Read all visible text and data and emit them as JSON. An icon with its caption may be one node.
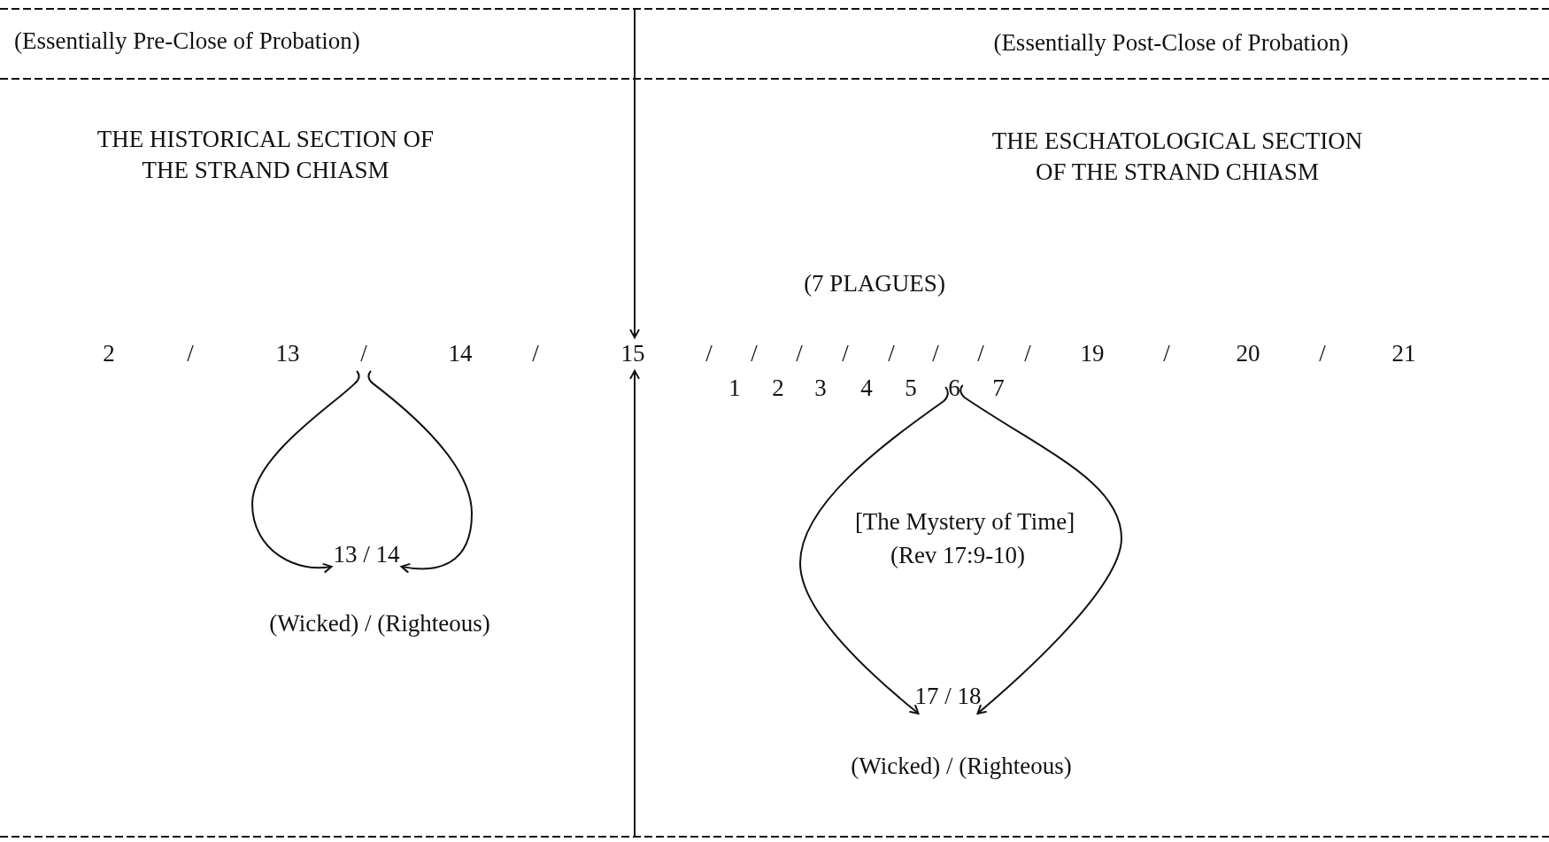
{
  "diagram": {
    "nodes": [
      {
        "text": [
          "/"
        ]
      },
      {
        "text": [
          "15"
        ]
      },
      {
        "text": [
          "6"
        ]
      },
      {
        "text": [
          "13 / 14"
        ]
      },
      {
        "text": [
          "17 / 18"
        ]
      }
    ],
    "edges": [
      {
        "from": null,
        "to": 1,
        "arrow": "to"
      },
      {
        "from": null,
        "to": 1,
        "arrow": "to"
      },
      {
        "from": 0,
        "to": 3,
        "arrow": "to"
      },
      {
        "from": 0,
        "to": 3,
        "arrow": "to"
      },
      {
        "from": 2,
        "to": 4,
        "arrow": "to"
      },
      {
        "from": 2,
        "to": 4,
        "arrow": "to"
      }
    ],
    "labels": [
      "(Essentially Pre-Close of Probation)",
      "(Essentially Post-Close of Probation)",
      "THE HISTORICAL SECTION OF THE STRAND CHIASM",
      "THE ESCHATOLOGICAL SECTION OF THE STRAND CHIASM",
      "(7 PLAGUES)",
      "2",
      "/",
      "13",
      "14",
      "/",
      "/",
      "/",
      "/",
      "/",
      "/",
      "/",
      "/",
      "/",
      "19",
      "/",
      "20",
      "/",
      "21",
      "1",
      "2",
      "3",
      "4",
      "5",
      "7",
      "[The Mystery of Time]",
      "(Rev 17:9-10)",
      "(Wicked) / (Righteous)",
      "(Wicked) / (Righteous)"
    ]
  }
}
